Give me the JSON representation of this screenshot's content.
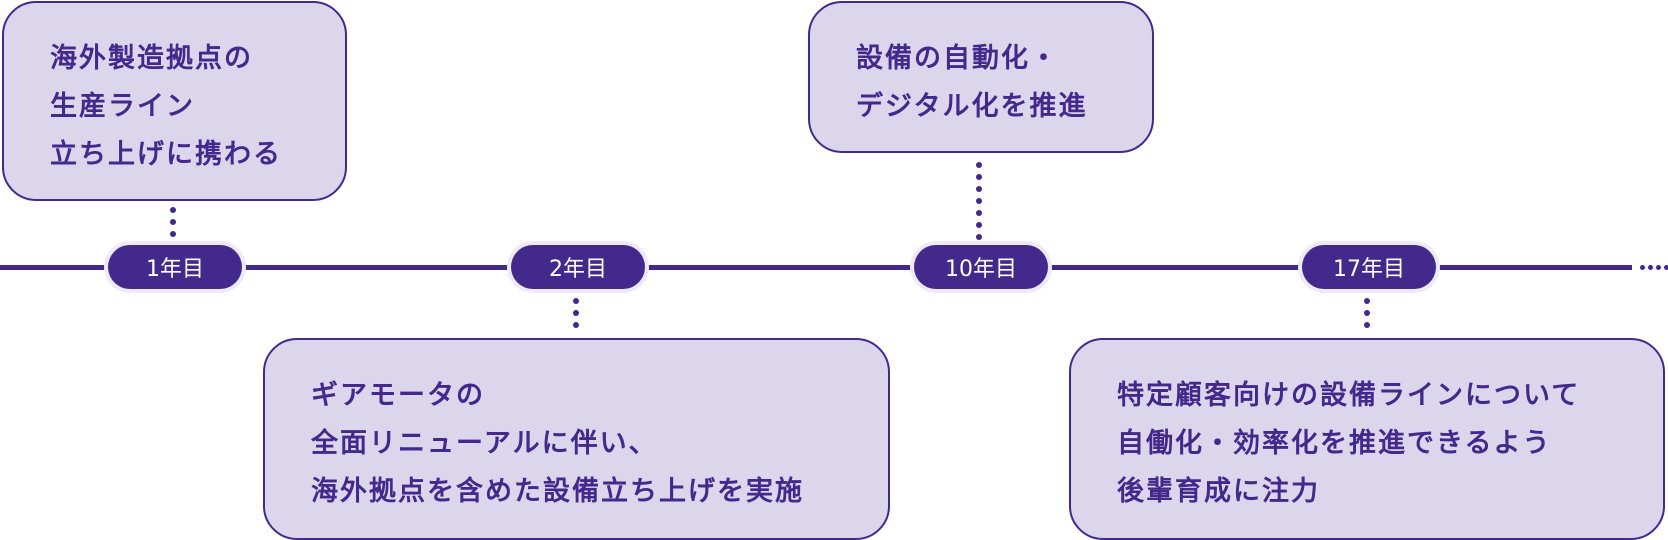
{
  "timeline": {
    "milestones": [
      {
        "label": "1年目",
        "position": "above",
        "lines": [
          "海外製造拠点の",
          "生産ライン",
          "立ち上げに携わる"
        ]
      },
      {
        "label": "2年目",
        "position": "below",
        "lines": [
          "ギアモータの",
          "全面リニューアルに伴い、",
          "海外拠点を含めた設備立ち上げを実施"
        ]
      },
      {
        "label": "10年目",
        "position": "above",
        "lines": [
          "設備の自動化・",
          "デジタル化を推進"
        ]
      },
      {
        "label": "17年目",
        "position": "below",
        "lines": [
          "特定顧客向けの設備ラインについて",
          "自働化・効率化を推進できるよう",
          "後輩育成に注力"
        ]
      }
    ],
    "continuation": "ellipsis",
    "colors": {
      "primary": "#43298c",
      "card_fill": "#dcd6ec",
      "halo": "#eeeafa",
      "label_text": "#ffffff"
    }
  }
}
